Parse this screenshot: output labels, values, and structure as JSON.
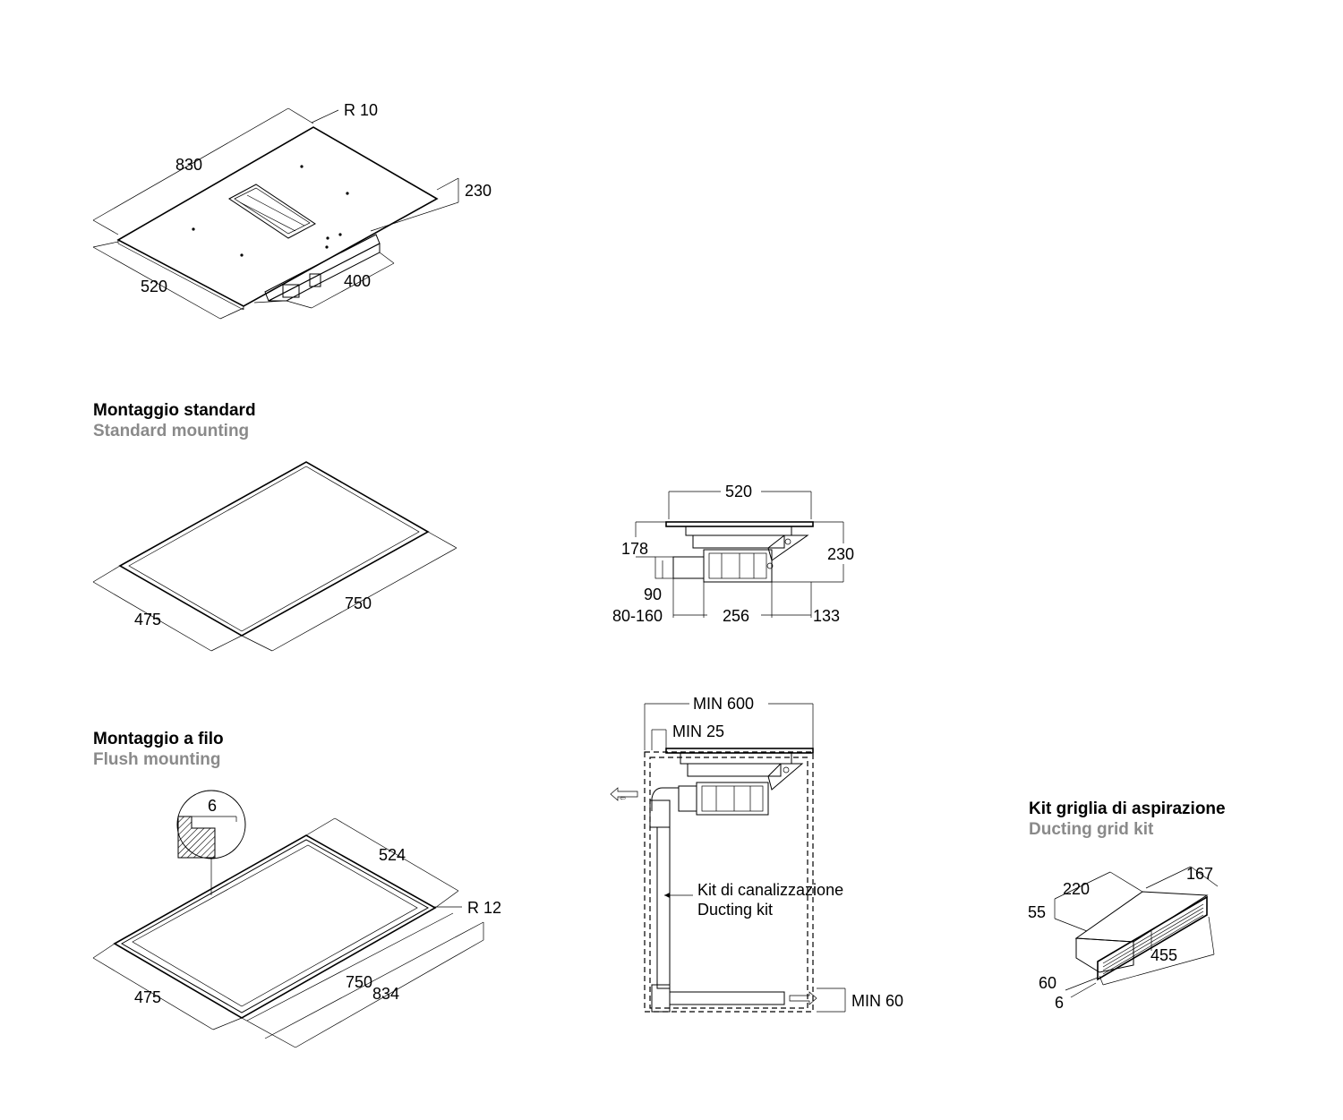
{
  "sections": {
    "standard": {
      "title": "Montaggio standard",
      "subtitle": "Standard mounting"
    },
    "flush": {
      "title": "Montaggio a filo",
      "subtitle": "Flush mounting"
    },
    "grid_kit": {
      "title": "Kit griglia di aspirazione",
      "subtitle": "Ducting grid kit"
    }
  },
  "overview": {
    "r": "R 10",
    "len": "830",
    "height": "230",
    "width": "520",
    "depth": "400"
  },
  "standard_cutout": {
    "width": "475",
    "length": "750"
  },
  "side_view": {
    "width": "520",
    "h1": "178",
    "h2": "230",
    "duct": "90",
    "range": "80-160",
    "mid": "256",
    "right": "133"
  },
  "flush_cutout": {
    "edge": "6",
    "outer": "524",
    "r": "R 12",
    "width": "475",
    "inner_len": "750",
    "outer_len": "834"
  },
  "ducting_view": {
    "min_width": "MIN 600",
    "min_gap": "MIN 25",
    "kit_it": "Kit di canalizzazione",
    "kit_en": "Ducting kit",
    "min_bottom": "MIN 60"
  },
  "grid_kit_dims": {
    "depth": "220",
    "top": "167",
    "height": "55",
    "length": "455",
    "front": "60",
    "edge": "6"
  }
}
